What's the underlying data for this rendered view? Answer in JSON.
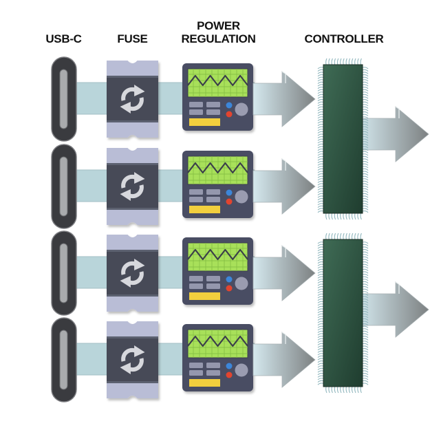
{
  "headers": {
    "usb": "USB-C",
    "fuse": "FUSE",
    "power_line1": "POWER",
    "power_line2": "REGULATION",
    "controller": "CONTROLLER"
  },
  "rows": [
    {
      "id": "channel-1",
      "components": [
        "usb-c-port",
        "fuse",
        "power-regulator"
      ],
      "feeds": "controller-1"
    },
    {
      "id": "channel-2",
      "components": [
        "usb-c-port",
        "fuse",
        "power-regulator"
      ],
      "feeds": "controller-1"
    },
    {
      "id": "channel-3",
      "components": [
        "usb-c-port",
        "fuse",
        "power-regulator"
      ],
      "feeds": "controller-2"
    },
    {
      "id": "channel-4",
      "components": [
        "usb-c-port",
        "fuse",
        "power-regulator"
      ],
      "feeds": "controller-2"
    }
  ],
  "controllers": [
    {
      "id": "controller-1",
      "inputs": [
        "channel-1",
        "channel-2"
      ],
      "output": "output-arrow-1"
    },
    {
      "id": "controller-2",
      "inputs": [
        "channel-3",
        "channel-4"
      ],
      "output": "output-arrow-2"
    }
  ],
  "colors": {
    "usb_body": "#3a3b3f",
    "usb_slot": "#a9abad",
    "fuse_cap": "#b9bdd6",
    "fuse_body": "#474a57",
    "fuse_icon": "#d7d8dd",
    "module_body": "#4a4e63",
    "screen": "#a8e05a",
    "wave": "#3b3f4a",
    "button_blue": "#3c86d9",
    "button_red": "#e2442f",
    "knob": "#9a9cb0",
    "key": "#9497ad",
    "display_bar": "#f2cf3e",
    "connector": "#b9d5da",
    "chip": "#2f5a45",
    "pins": "#8fb6bd",
    "arrow_start": "#d4e8ee",
    "arrow_end": "#7d8182"
  },
  "icons": {
    "fuse_symbol": "refresh-arrows-icon",
    "module_screen": "oscilloscope-wave-icon"
  }
}
